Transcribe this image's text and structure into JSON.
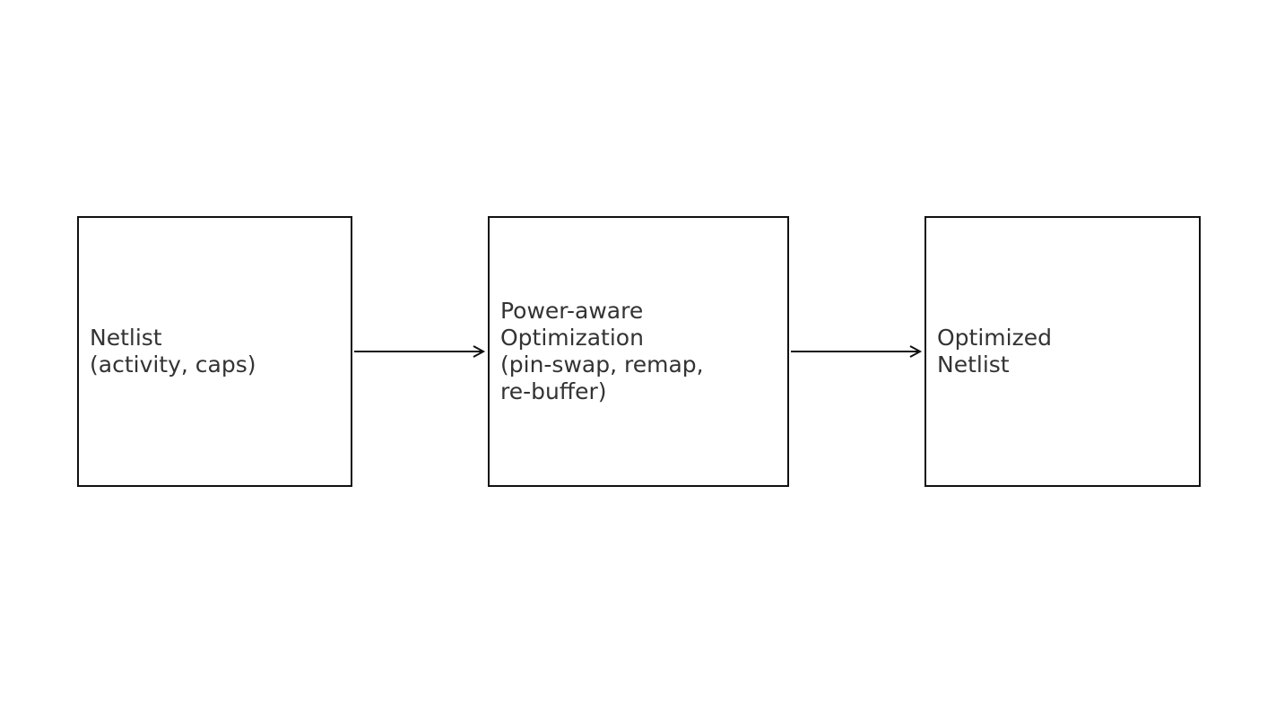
{
  "diagram": {
    "nodes": [
      {
        "id": "netlist",
        "label": "Netlist\n(activity, caps)"
      },
      {
        "id": "optimization",
        "label": "Power-aware\nOptimization\n(pin-swap, remap,\nre-buffer)"
      },
      {
        "id": "optimized",
        "label": "Optimized\nNetlist"
      }
    ],
    "edges": [
      {
        "from": "netlist",
        "to": "optimization"
      },
      {
        "from": "optimization",
        "to": "optimized"
      }
    ],
    "colors": {
      "box_border": "#111111",
      "text": "#333333",
      "arrow": "#111111",
      "background": "#ffffff"
    }
  }
}
